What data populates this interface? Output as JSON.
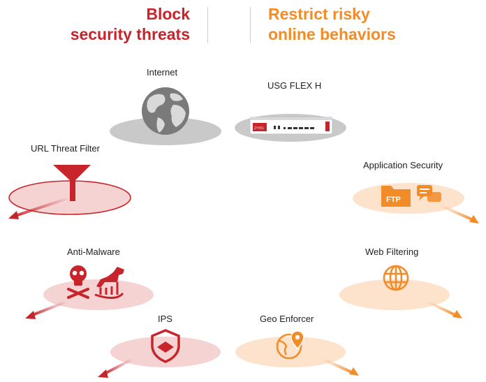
{
  "headings": {
    "left": [
      "Block",
      "security threats"
    ],
    "right": [
      "Restrict risky",
      "online behaviors"
    ]
  },
  "nodes": {
    "internet": "Internet",
    "usg": "USG FLEX H",
    "url_threat_filter": "URL Threat Filter",
    "application_security": "Application Security",
    "anti_malware": "Anti-Malware",
    "web_filtering": "Web Filtering",
    "ips": "IPS",
    "geo_enforcer": "Geo Enforcer"
  },
  "badges": {
    "ftp": "FTP",
    "device_brand": "ZYXEL"
  },
  "colors": {
    "red": "#c8242b",
    "orange": "#f28c28",
    "pink_platform": "#f6d3d3",
    "orange_platform": "#fde3cc",
    "gray_platform": "#c9c9c9"
  }
}
